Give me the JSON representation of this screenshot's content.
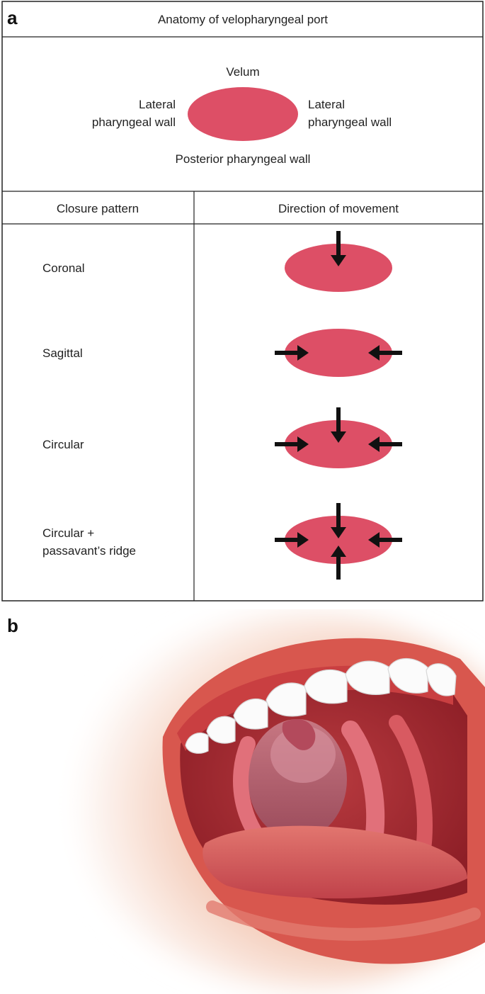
{
  "panel_a": {
    "letter": "a",
    "title": "Anatomy of velopharyngeal port",
    "anatomy": {
      "top": "Velum",
      "left_line1": "Lateral",
      "left_line2": "pharyngeal wall",
      "right_line1": "Lateral",
      "right_line2": "pharyngeal wall",
      "bottom": "Posterior pharyngeal wall"
    },
    "headers": {
      "pattern": "Closure pattern",
      "direction": "Direction of movement"
    },
    "rows": [
      {
        "label_line1": "Coronal",
        "label_line2": "",
        "arrows": [
          "top"
        ]
      },
      {
        "label_line1": "Sagittal",
        "label_line2": "",
        "arrows": [
          "left",
          "right"
        ]
      },
      {
        "label_line1": "Circular",
        "label_line2": "",
        "arrows": [
          "top",
          "left",
          "right"
        ]
      },
      {
        "label_line1": "Circular +",
        "label_line2": "passavant’s ridge",
        "arrows": [
          "top",
          "left",
          "right",
          "bottom"
        ]
      }
    ]
  },
  "panel_b": {
    "letter": "b"
  },
  "colors": {
    "port": "#dd4f66",
    "arrow": "#111111",
    "border": "#222222",
    "lip": "#d8574e",
    "gum": "#c93f41",
    "teeth": "#fbfbfb",
    "uvula": "#b34a5c"
  }
}
